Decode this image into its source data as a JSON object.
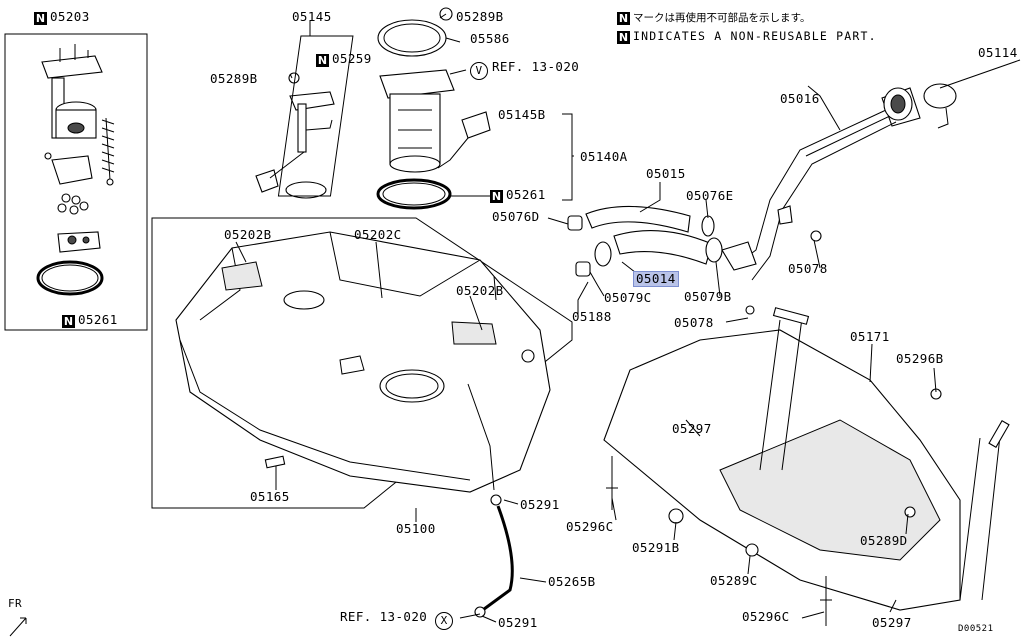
{
  "notes": {
    "jp": "マークは再使用不可部品を示します。",
    "en": "INDICATES A NON-REUSABLE PART.",
    "badge": "N"
  },
  "labels": {
    "p05203": "05203",
    "p05145_top": "05145",
    "p05289B_top": "05289B",
    "p05586": "05586",
    "p05259": "05259",
    "p05289B_left": "05289B",
    "ref13020_v": "REF. 13-020",
    "ref_v_marker": "V",
    "p05114": "05114",
    "p05016": "05016",
    "p05145B": "05145B",
    "p05140A": "05140A",
    "p05261_mid": "05261",
    "p05015": "05015",
    "p05076E": "05076E",
    "p05076D": "05076D",
    "p05014": "05014",
    "p05078_right": "05078",
    "p05079C": "05079C",
    "p05079B": "05079B",
    "p05202B_left": "05202B",
    "p05202C": "05202C",
    "p05202B_right": "05202B",
    "p05188": "05188",
    "p05078_mid": "05078",
    "p05261_left": "05261",
    "p05171": "05171",
    "p05296B": "05296B",
    "p05297_top": "05297",
    "p05165": "05165",
    "p05100": "05100",
    "p05291_mid": "05291",
    "p05296C_left": "05296C",
    "p05291B": "05291B",
    "p05289D": "05289D",
    "p05289C": "05289C",
    "p05265B": "05265B",
    "ref13020_x": "REF. 13-020",
    "ref_x_marker": "X",
    "p05291_bot": "05291",
    "p05296C_right": "05296C",
    "p05297_bot": "05297",
    "fr": "FR",
    "diagram_code": "D00521"
  },
  "colors": {
    "highlight": "#b9c3e8",
    "line": "#000000",
    "shade": "#e8e8e8"
  }
}
